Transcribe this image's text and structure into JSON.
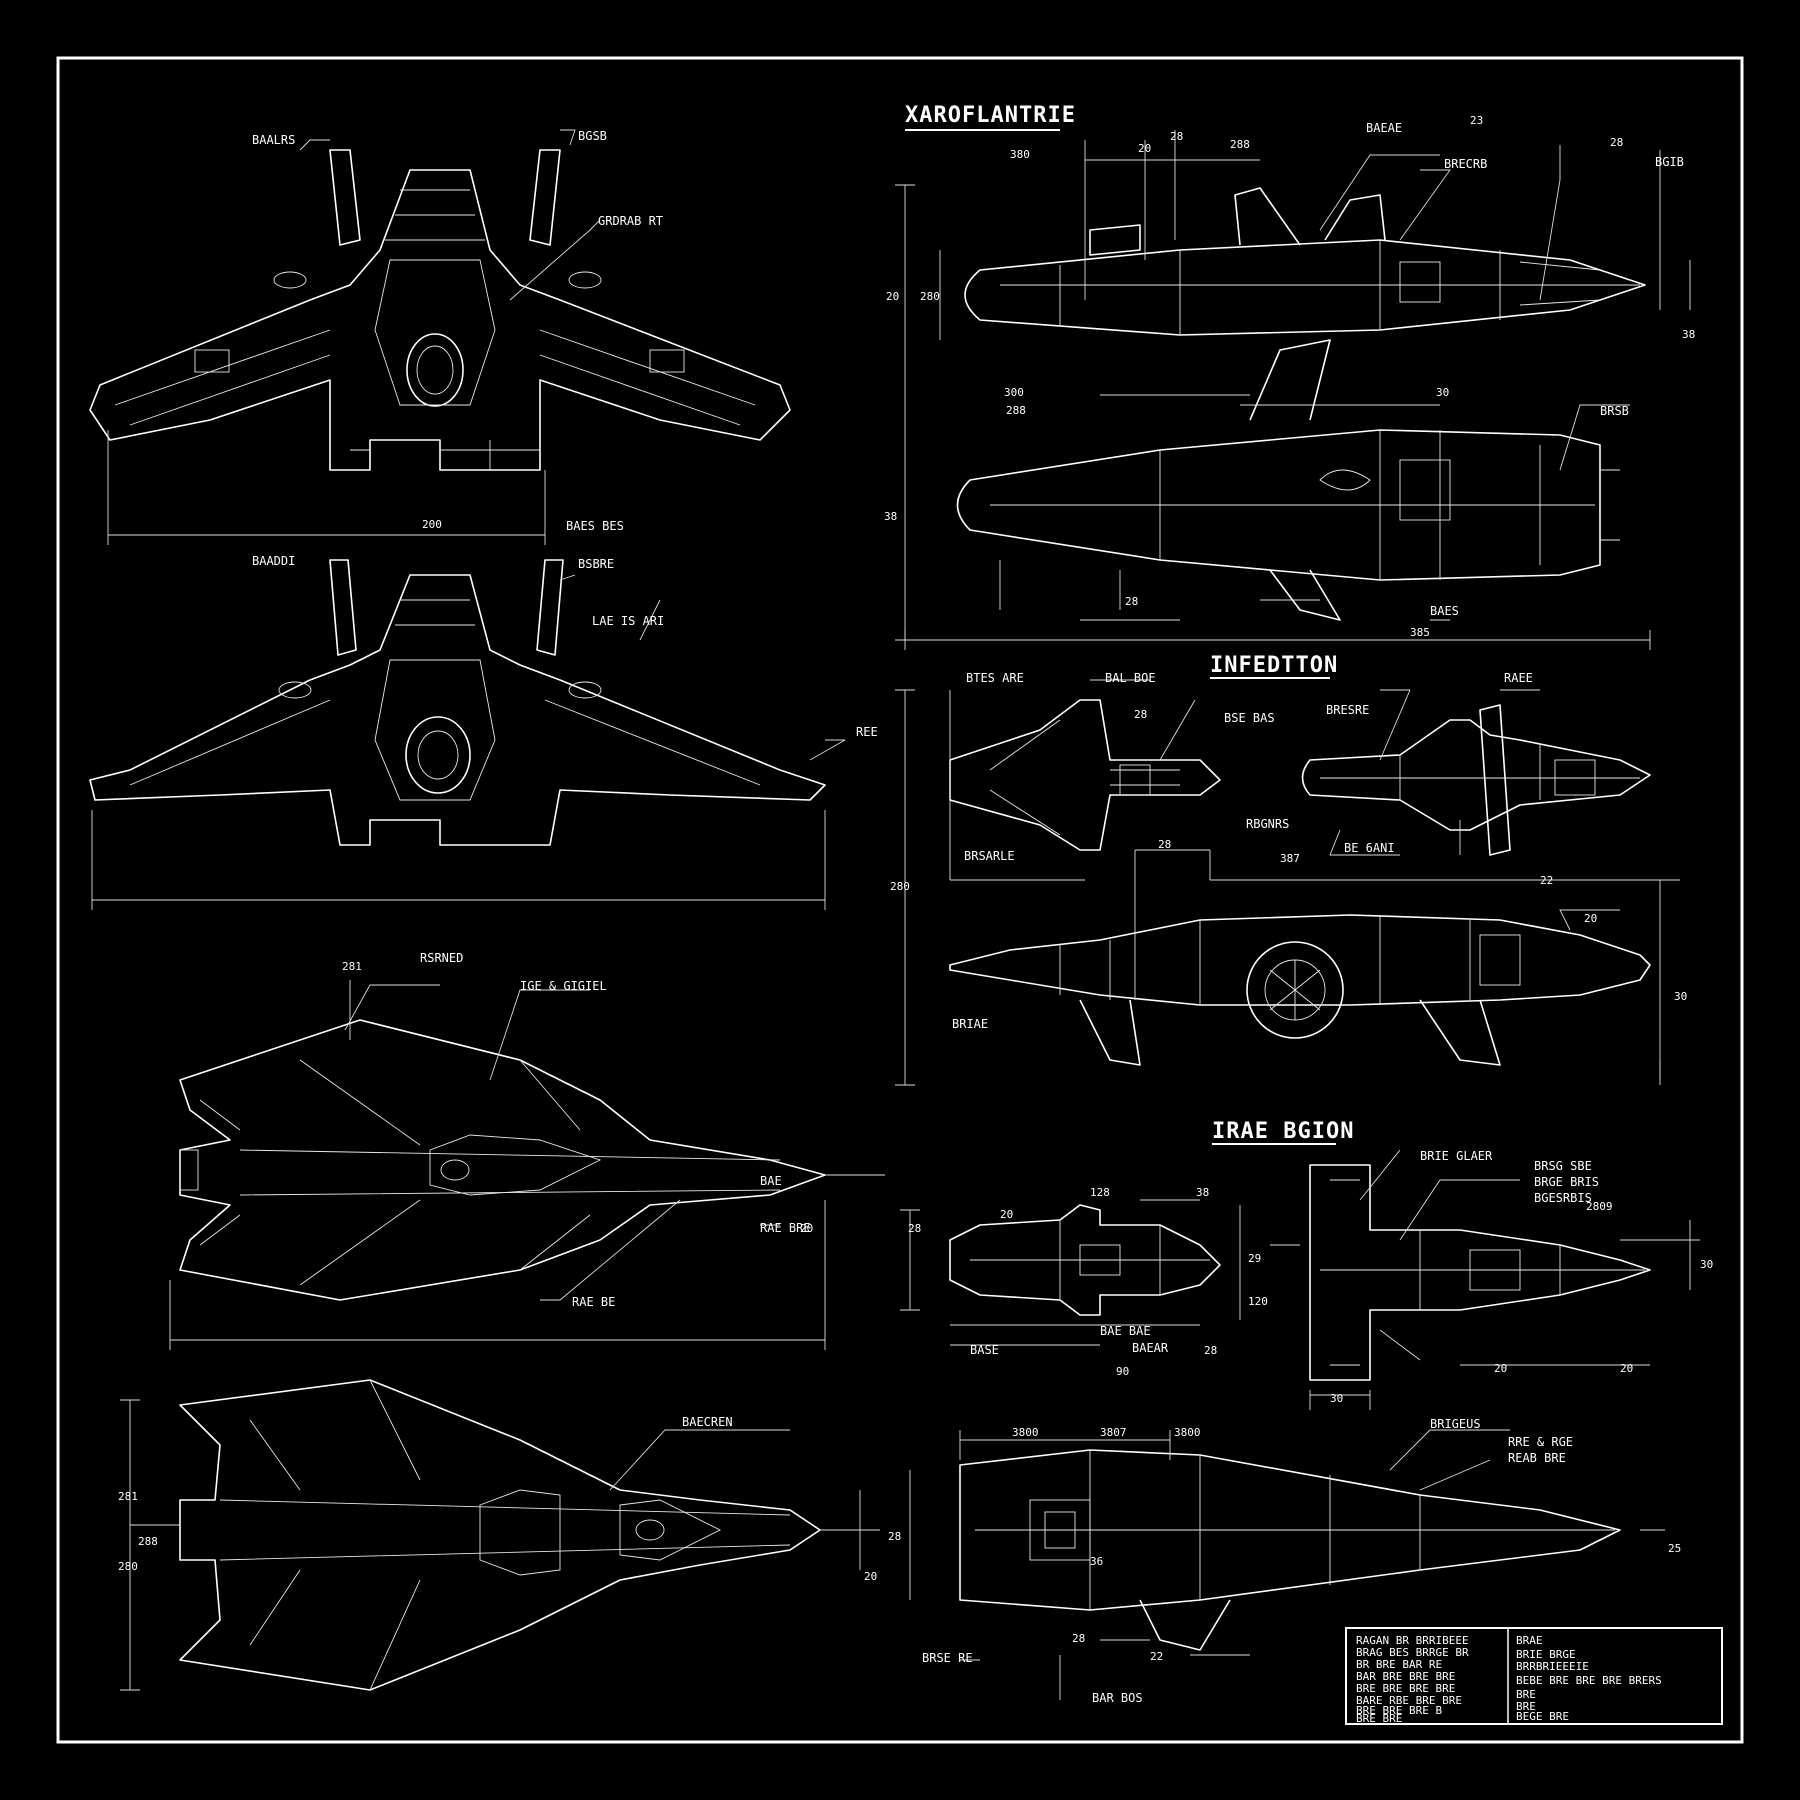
{
  "headings": {
    "view_a": "XAROFLANTRIE",
    "view_b": "INFEDTTON",
    "view_c": "IRAE BGION"
  },
  "callouts": {
    "c01": "BAALRS",
    "c02": "BGSB",
    "c03": "GRDRAB RT",
    "c04": "BAADDI",
    "c05": "BAES BES",
    "c06": "BSBRE",
    "c07": "LAE IS ARI",
    "c08": "REE",
    "c09": "RSRNED",
    "c10": "IGE & GIGIEL",
    "c11": "RAE BRE",
    "c12": "RAE BE",
    "c13": "BAECREN",
    "c14": "BAEAE",
    "c15": "BRECRB",
    "c16": "BGIB",
    "c17": "BRSB",
    "c18": "BAES",
    "c19": "BTES ARE",
    "c20": "BAL BOE",
    "c21": "BSE BAS",
    "c22": "BRESRE",
    "c23": "RAEE",
    "c24": "RBGNRS",
    "c25": "BRSARLE",
    "c26": "BE 6ANI",
    "c27": "BRIE GLAER",
    "c28": "BRSG SBE",
    "c29": "BRGE BRIS",
    "c30": "BGESRBIS",
    "c31": "BAE BAE",
    "c32": "BRIGEUS",
    "c33": "RRE & RGE",
    "c34": "REAB BRE",
    "c35": "BRSE RE",
    "c36": "BAR BOS",
    "c37": "BRIAE",
    "c38": "BAE",
    "c39": "BASE",
    "c40": "BAEAR"
  },
  "dimensions": {
    "d01": "200",
    "d02": "281",
    "d03": "28",
    "d04": "20",
    "d05": "281",
    "d06": "280",
    "d07": "20",
    "d08": "380",
    "d09": "20",
    "d10": "288",
    "d11": "28",
    "d12": "23",
    "d13": "28",
    "d14": "280",
    "d15": "20",
    "d16": "300",
    "d17": "288",
    "d18": "30",
    "d19": "38",
    "d20": "28",
    "d21": "385",
    "d22": "387",
    "d23": "28",
    "d24": "22",
    "d25": "20",
    "d26": "30",
    "d27": "280",
    "d28": "28",
    "d29": "128",
    "d30": "38",
    "d31": "120",
    "d32": "29",
    "d33": "20",
    "d34": "28",
    "d35": "90",
    "d36": "30",
    "d37": "20",
    "d38": "20",
    "d39": "30",
    "d40": "3800",
    "d41": "3807",
    "d42": "3800",
    "d43": "28",
    "d44": "25",
    "d45": "22",
    "d46": "28",
    "d47": "36",
    "d48": "288",
    "d49": "2809",
    "d50": "38"
  },
  "title_block": {
    "left_rows": [
      "RAGAN BR BRRIBEEE",
      "BRAG BES BRRGE BR",
      "BR BRE BAR RE",
      "BAR BRE BRE BRE",
      "BRE BRE BRE BRE",
      "BARE RBE BRE BRE",
      "BRE BRE BRE B",
      "BRE BRE"
    ],
    "right_rows": [
      "BRAE",
      "BRIE BRGE",
      "BRRBRIEEEIE",
      "BEBE BRE BRE BRE BRERS",
      "BRE",
      "BRE",
      "BEGE BRE"
    ]
  },
  "colors": {
    "background": "#000000",
    "linework": "#ffffff"
  }
}
